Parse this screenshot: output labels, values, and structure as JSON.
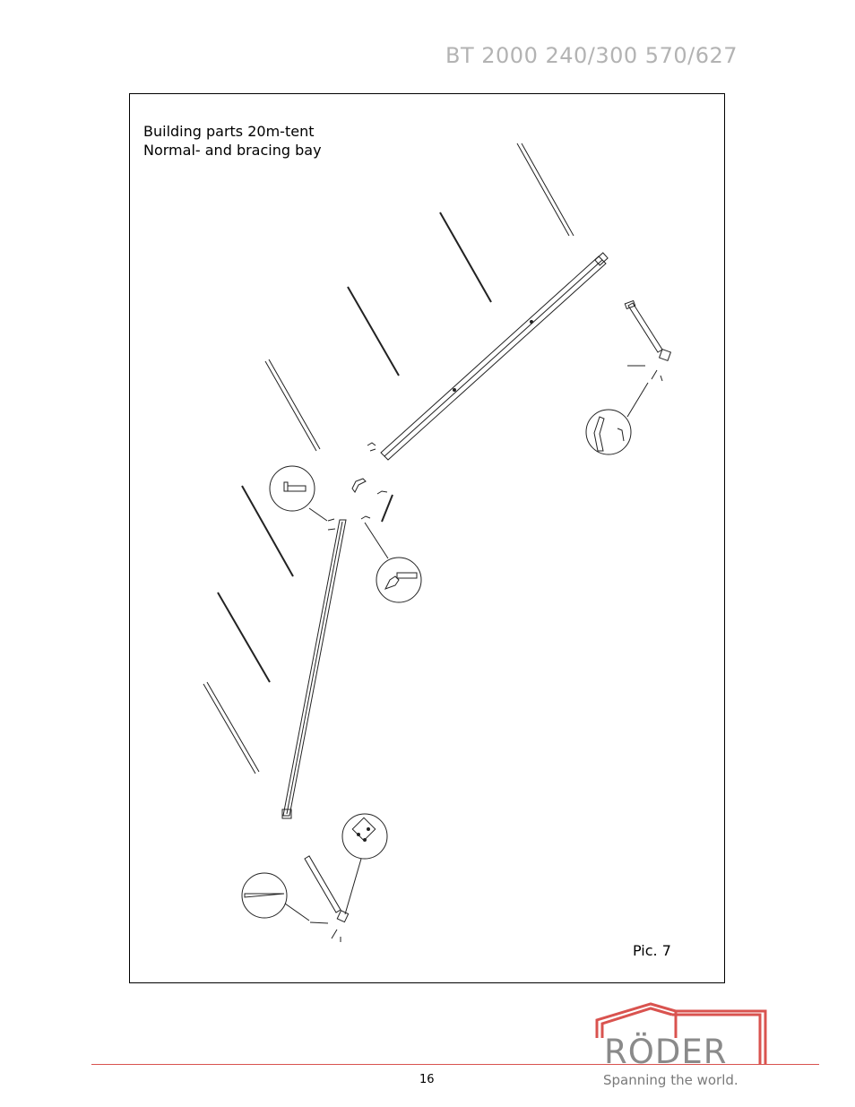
{
  "header": {
    "title": "BT 2000 240/300 570/627"
  },
  "figure": {
    "caption_line1": "Building parts 20m-tent",
    "caption_line2": "Normal- and bracing bay",
    "label": "Pic. 7"
  },
  "footer": {
    "page_number": "16",
    "logo_word": "RÖDER",
    "slogan": "Spanning the world.",
    "accent_color": "#d9534f"
  }
}
